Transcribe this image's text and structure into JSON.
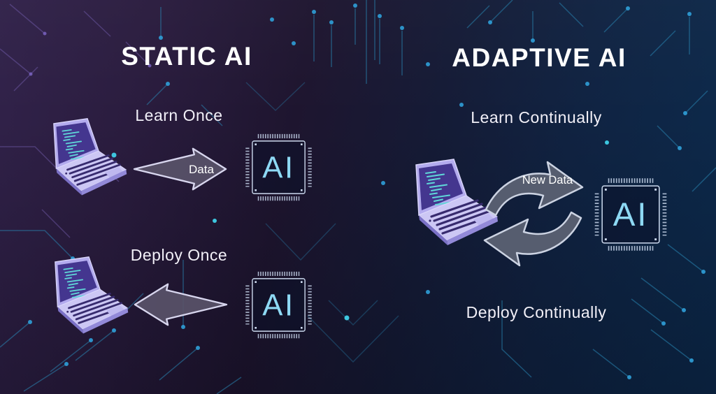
{
  "diagram": {
    "left": {
      "title": "STATIC AI",
      "learn_label": "Learn Once",
      "deploy_label": "Deploy Once",
      "arrow_label": "Data",
      "chip_learn_label": "AI",
      "chip_deploy_label": "AI"
    },
    "right": {
      "title": "ADAPTIVE AI",
      "learn_label": "Learn Continually",
      "deploy_label": "Deploy Continually",
      "arrow_label": "New Data",
      "chip_label": "AI"
    },
    "colors": {
      "background_left": "#2a1c3e",
      "background_right": "#0c2a4c",
      "title_text": "#ffffff",
      "chip_text": "#8ed9f4",
      "arrow_fill": "#595369",
      "arrow_stroke": "#d8d6ee",
      "circuit_line": "#2a8cba",
      "circuit_dot": "#2f9fd8",
      "laptop_screen": "#44368f",
      "laptop_body": "#ccc7f4",
      "laptop_code": "#5fd8d8"
    }
  }
}
